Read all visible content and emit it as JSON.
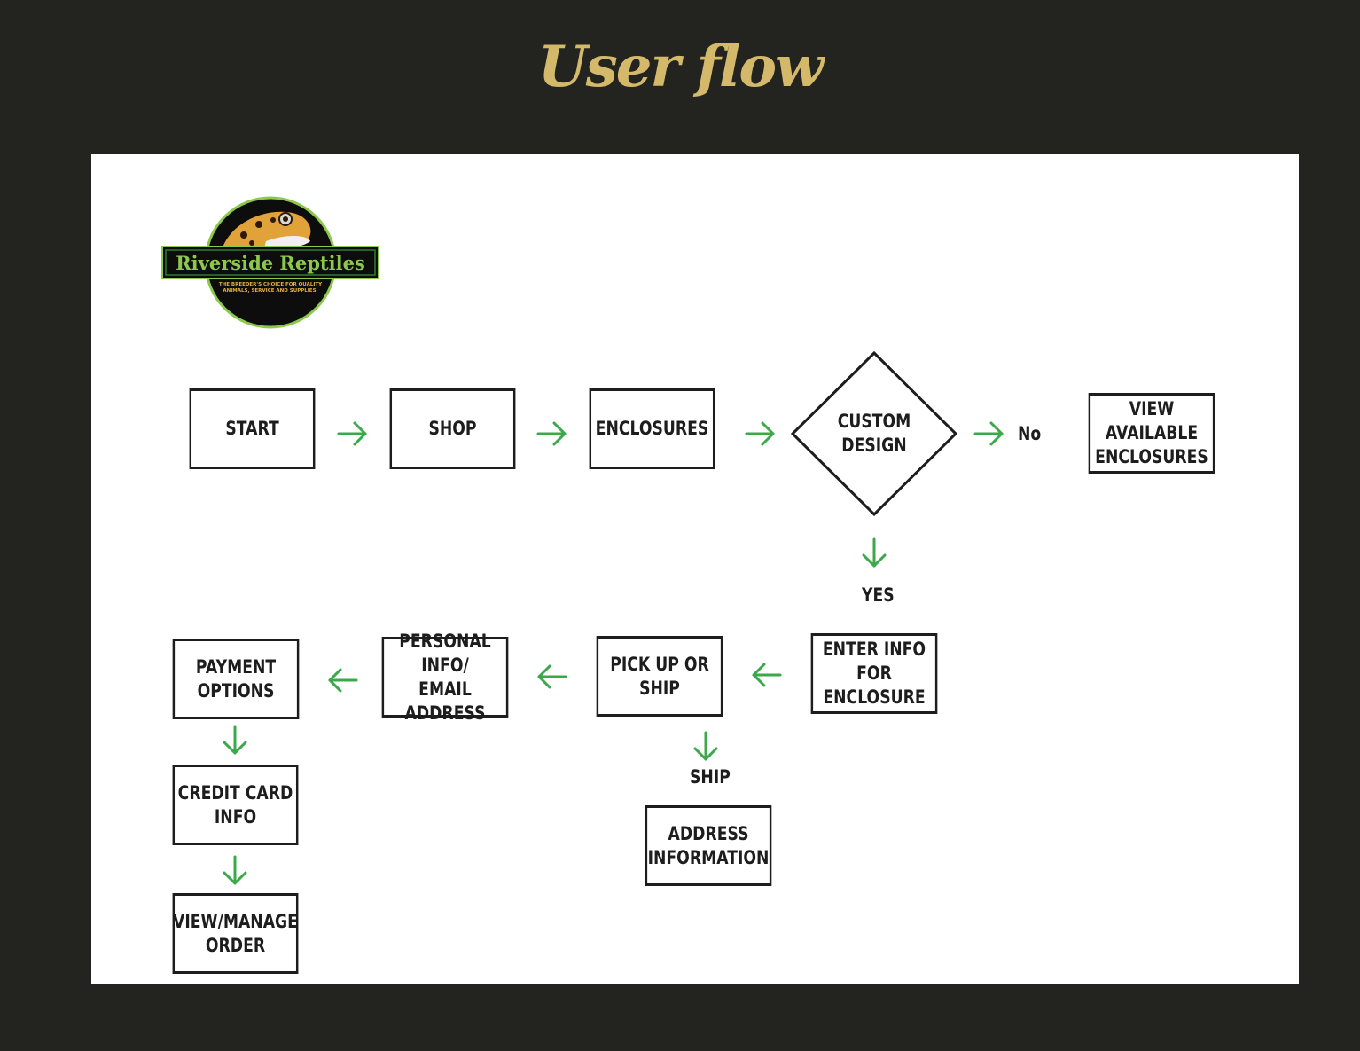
{
  "title": "User flow",
  "logo": {
    "name": "Riverside Reptiles",
    "tagline": "THE BREEDER'S CHOICE FOR QUALITY ANIMALS, SERVICE AND SUPPLIES."
  },
  "nodes": {
    "start": "START",
    "shop": "SHOP",
    "enclosures": "ENCLOSURES",
    "custom_design": "CUSTOM\nDESIGN",
    "view_available": "VIEW AVAILABLE\nENCLOSURES",
    "enter_info": "ENTER INFO FOR\nENCLOSURE",
    "pick_up_or_ship": "PICK UP OR SHIP",
    "personal_info": "PERSONAL INFO/\nEMAIL ADDRESS",
    "payment_options": "PAYMENT\nOPTIONS",
    "credit_card": "CREDIT CARD\nINFO",
    "view_manage": "VIEW/MANAGE\nORDER",
    "address_info": "ADDRESS\nINFORMATION"
  },
  "edge_labels": {
    "no": "No",
    "yes": "YES",
    "ship": "SHIP"
  },
  "colors": {
    "background": "#23241f",
    "title": "#d4b96a",
    "arrow": "#3ba84a",
    "box_border": "#1d1d1d",
    "logo_green": "#8cc84b"
  }
}
